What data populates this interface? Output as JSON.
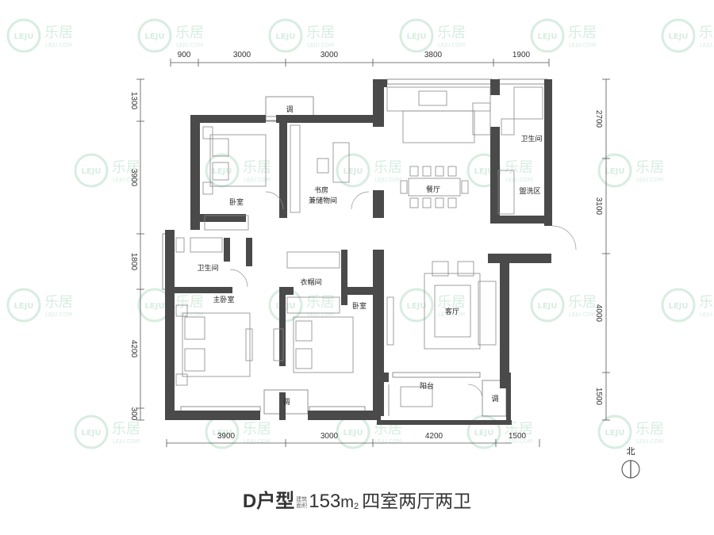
{
  "watermark": {
    "logo": "LEJU",
    "brand": "乐居",
    "sub": "LEJU.COM"
  },
  "dimensions": {
    "top": [
      "900",
      "3000",
      "3000",
      "3800",
      "1900"
    ],
    "bottom": [
      "3900",
      "3000",
      "4200",
      "1500"
    ],
    "left": [
      "1300",
      "3900",
      "1800",
      "4200",
      "300"
    ],
    "right": [
      "2700",
      "3100",
      "4000",
      "1500"
    ]
  },
  "rooms": {
    "bedroom_top": "卧室",
    "study_line1": "书房",
    "study_line2": "兼储物间",
    "dining": "餐厅",
    "bath_right": "卫生间",
    "laundry": "盥洗区",
    "bath_left": "卫生间",
    "closet": "衣帽间",
    "master": "主卧室",
    "bedroom_bottom": "卧室",
    "living": "客厅",
    "balcony": "阳台",
    "ac_top": "调",
    "ac_bottom": "调",
    "ac_right": "调"
  },
  "compass": {
    "label": "北"
  },
  "title": {
    "type": "D户型",
    "area_label": "建筑面积",
    "area": "153",
    "unit": "m",
    "sup": "2",
    "rooms": "四室两厅两卫"
  }
}
